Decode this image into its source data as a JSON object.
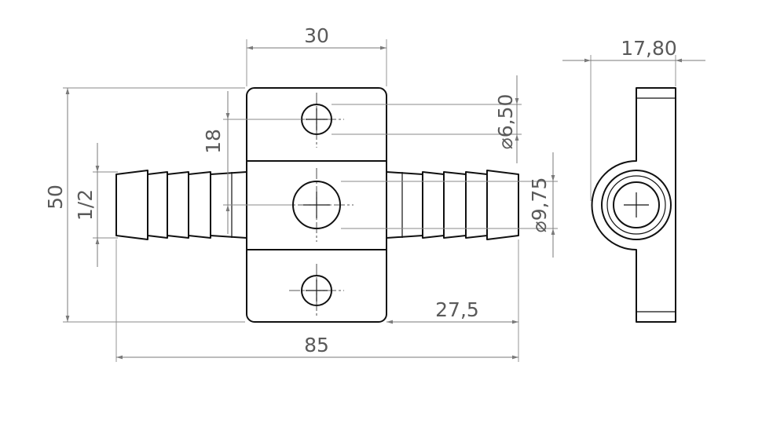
{
  "dimensions": {
    "block_width": "30",
    "overall_height": "50",
    "hole_spacing": "18",
    "thread": "1/2",
    "small_hole_diameter": "6,50",
    "bore_diameter": "9,75",
    "hose_barb_length": "27,5",
    "overall_length": "85",
    "side_thickness": "17,80"
  },
  "symbols": {
    "diameter": "⌀"
  },
  "colors": {
    "outline": "#111111",
    "dimension": "#7a7a7a",
    "dimension_text": "#5a5a5a"
  }
}
